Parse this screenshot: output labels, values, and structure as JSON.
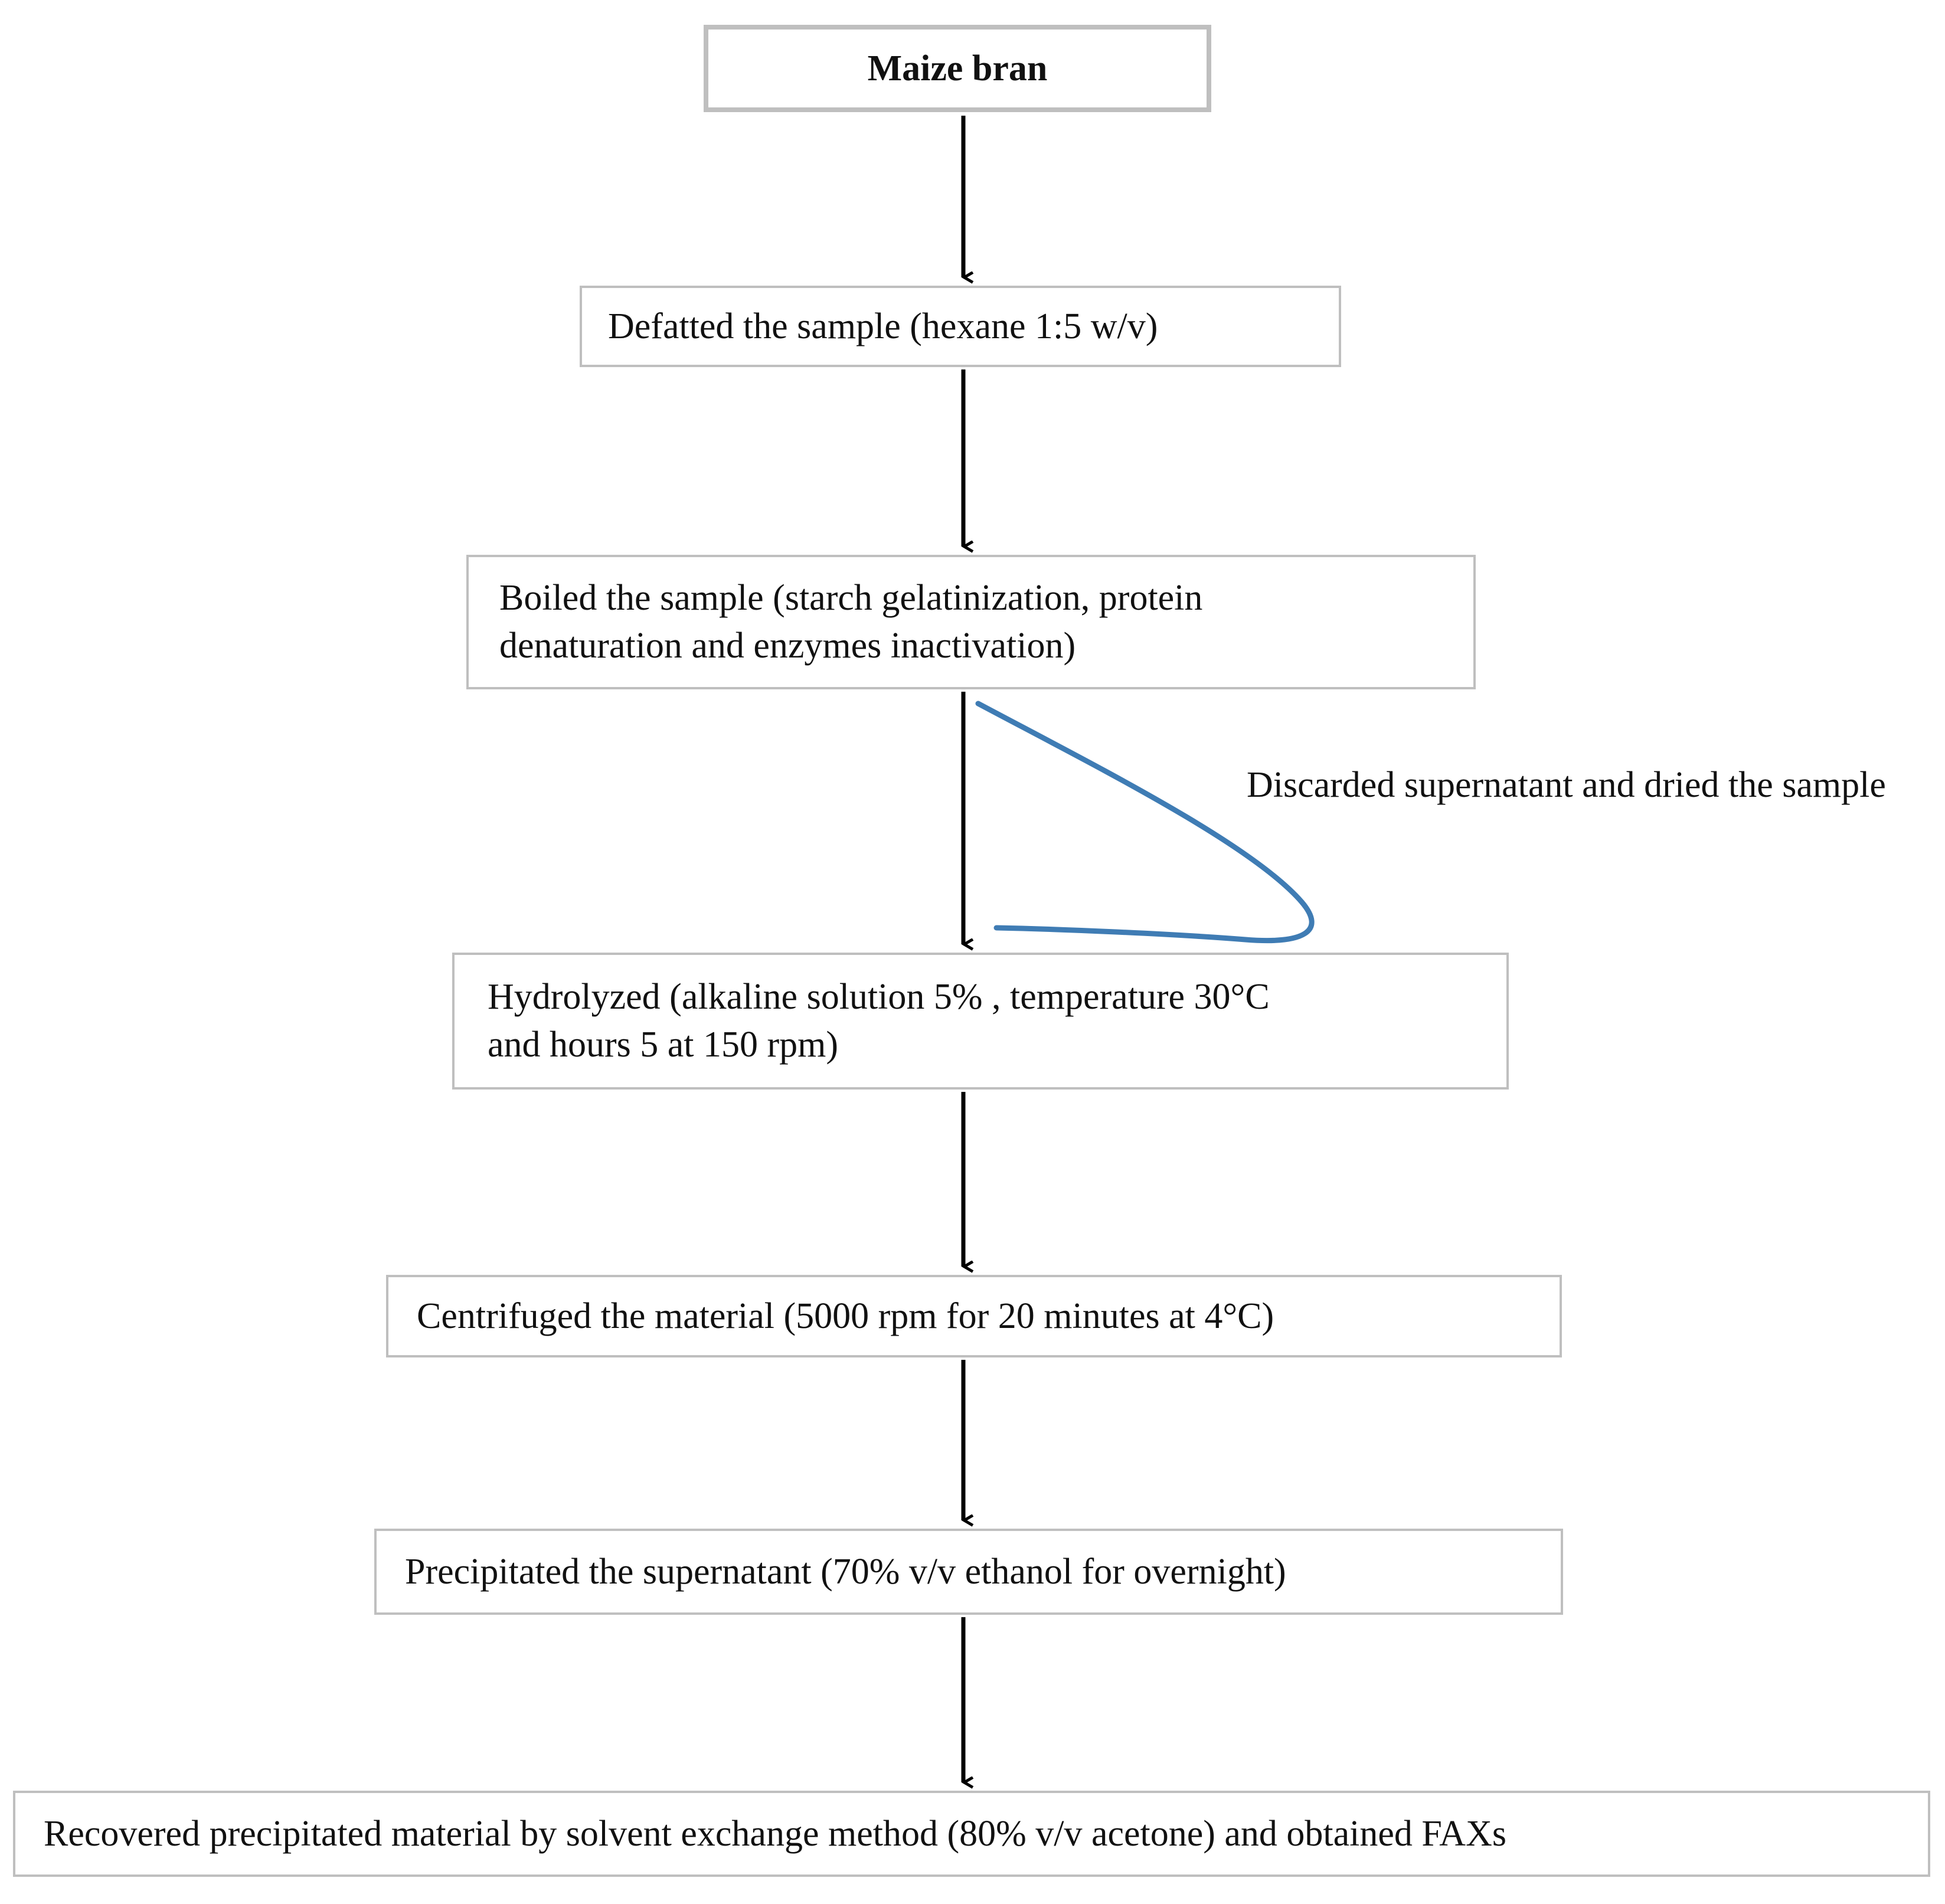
{
  "diagram": {
    "title": "Maize bran to FAXs extraction flowchart",
    "orientation": "top-to-bottom",
    "colors": {
      "box_border": "#bfbfbf",
      "box_fill": "#ffffff",
      "arrow": "#000000",
      "loop_curve": "#3f7cb4",
      "text": "#111111"
    },
    "nodes": [
      {
        "id": "maize-bran",
        "label": "Maize bran",
        "bold": true,
        "align": "center"
      },
      {
        "id": "defatted",
        "label": "Defatted the sample (hexane 1:5 w/v)",
        "bold": false,
        "align": "left"
      },
      {
        "id": "boiled",
        "label": "Boiled the sample (starch gelatinization, protein\ndenaturation and enzymes inactivation)",
        "bold": false,
        "align": "left"
      },
      {
        "id": "hydrolyzed",
        "label": "Hydrolyzed (alkaline solution 5% , temperature  30°C\nand hours 5 at 150 rpm)",
        "bold": false,
        "align": "left"
      },
      {
        "id": "centrifuged",
        "label": "Centrifuged the material (5000 rpm for 20 minutes at 4°C)",
        "bold": false,
        "align": "left"
      },
      {
        "id": "precipitated",
        "label": "Precipitated the supernatant (70% v/v ethanol for overnight)",
        "bold": false,
        "align": "left"
      },
      {
        "id": "recovered",
        "label": "Recovered precipitated material by solvent exchange method (80% v/v acetone) and obtained FAXs",
        "bold": false,
        "align": "left"
      }
    ],
    "annotations": [
      {
        "id": "discarded-supernatant",
        "text": "Discarded supernatant and dried the sample",
        "attached_to": "boiled-to-hydrolyzed-loop"
      }
    ],
    "edges": [
      {
        "from": "maize-bran",
        "to": "defatted",
        "style": "straight-arrow"
      },
      {
        "from": "defatted",
        "to": "boiled",
        "style": "straight-arrow"
      },
      {
        "from": "boiled",
        "to": "hydrolyzed",
        "style": "straight-arrow"
      },
      {
        "from": "boiled",
        "to": "hydrolyzed",
        "style": "blue-loop-curve"
      },
      {
        "from": "hydrolyzed",
        "to": "centrifuged",
        "style": "straight-arrow"
      },
      {
        "from": "centrifuged",
        "to": "precipitated",
        "style": "straight-arrow"
      },
      {
        "from": "precipitated",
        "to": "recovered",
        "style": "straight-arrow"
      }
    ]
  }
}
